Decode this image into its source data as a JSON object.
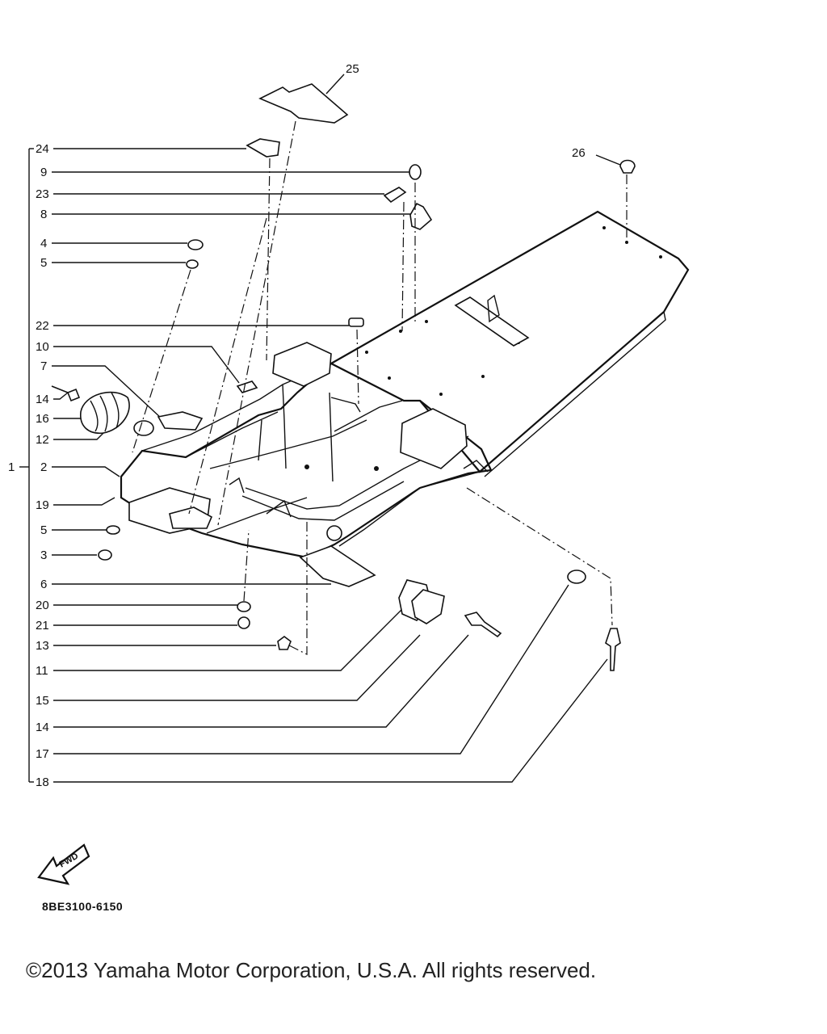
{
  "diagram": {
    "left_callouts": [
      {
        "id": "c24",
        "label": "24"
      },
      {
        "id": "c9",
        "label": "9"
      },
      {
        "id": "c23",
        "label": "23"
      },
      {
        "id": "c8",
        "label": "8"
      },
      {
        "id": "c4",
        "label": "4"
      },
      {
        "id": "c5a",
        "label": "5"
      },
      {
        "id": "c22",
        "label": "22"
      },
      {
        "id": "c10",
        "label": "10"
      },
      {
        "id": "c7",
        "label": "7"
      },
      {
        "id": "c14a",
        "label": "14"
      },
      {
        "id": "c16",
        "label": "16"
      },
      {
        "id": "c12",
        "label": "12"
      },
      {
        "id": "c2",
        "label": "2"
      },
      {
        "id": "c19",
        "label": "19"
      },
      {
        "id": "c5b",
        "label": "5"
      },
      {
        "id": "c3",
        "label": "3"
      },
      {
        "id": "c6",
        "label": "6"
      },
      {
        "id": "c20",
        "label": "20"
      },
      {
        "id": "c21",
        "label": "21"
      },
      {
        "id": "c13",
        "label": "13"
      },
      {
        "id": "c11",
        "label": "11"
      },
      {
        "id": "c15",
        "label": "15"
      },
      {
        "id": "c14b",
        "label": "14"
      },
      {
        "id": "c17",
        "label": "17"
      },
      {
        "id": "c18",
        "label": "18"
      }
    ],
    "group_label": "1",
    "top_label": "25",
    "right_label": "26",
    "fwd_label": "FWD",
    "figure_code": "8BE3100-6150"
  },
  "footer": {
    "copyright": "©2013 Yamaha Motor Corporation, U.S.A. All rights reserved."
  }
}
